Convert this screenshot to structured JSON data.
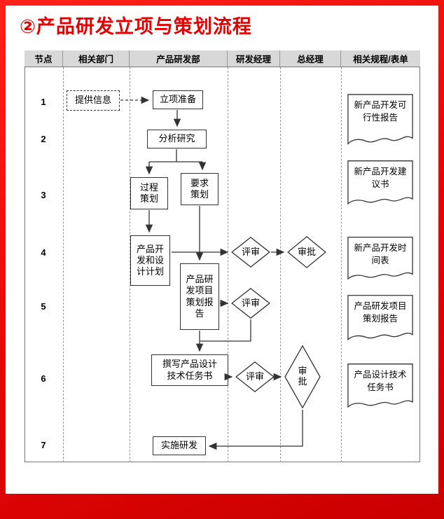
{
  "title": "②产品研发立项与策划流程",
  "table": {
    "columns": [
      "节点",
      "相关部门",
      "产品研发部",
      "研发经理",
      "总经理",
      "相关规程/表单"
    ],
    "row_numbers": [
      "1",
      "2",
      "3",
      "4",
      "5",
      "6",
      "7"
    ]
  },
  "flow": {
    "provide_info": "提供信息",
    "project_prep": "立项准备",
    "analysis": "分析研究",
    "process_planning": "过程\n策划",
    "requirement_planning": "要求\n策划",
    "dev_design_plan": "产品开\n发和设\n计计划",
    "review_1": "评审",
    "approve_1": "审批",
    "planning_report": "产品研\n发项目\n策划报\n告",
    "review_2": "评审",
    "write_task": "撰写产品设计\n技术任务书",
    "review_3": "评审",
    "approve_2": "审\n批",
    "implement": "实施研发"
  },
  "documents": [
    "新产品开发可\n行性报告",
    "新产品开发建\n议书",
    "新产品开发时\n间表",
    "产品研发项目\n策划报告",
    "产品设计技术\n任务书"
  ]
}
